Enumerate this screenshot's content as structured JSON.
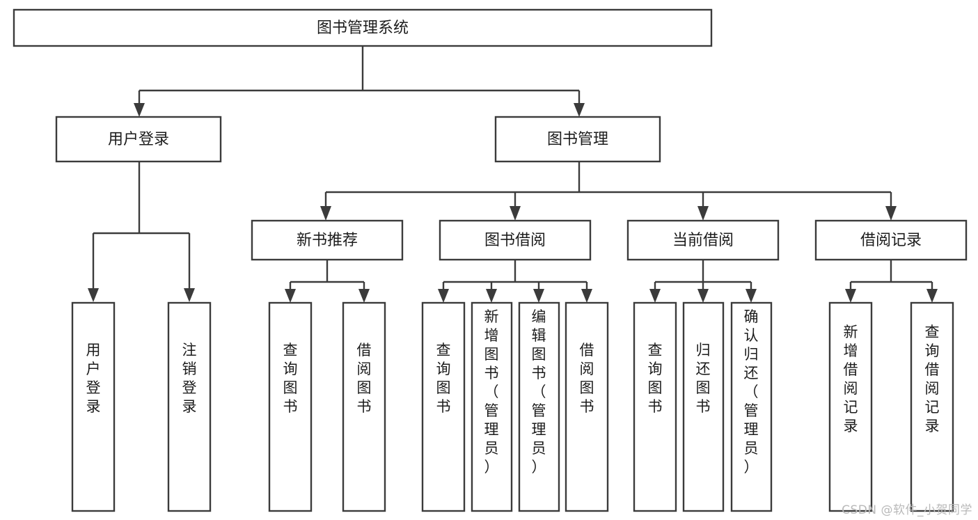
{
  "diagram": {
    "type": "tree",
    "title_node": {
      "label": "图书管理系统"
    },
    "level2": [
      {
        "label": "用户登录"
      },
      {
        "label": "图书管理"
      }
    ],
    "level3": [
      {
        "label": "新书推荐"
      },
      {
        "label": "图书借阅"
      },
      {
        "label": "当前借阅"
      },
      {
        "label": "借阅记录"
      }
    ],
    "leaves": {
      "user_login": [
        {
          "label": "用户登录"
        },
        {
          "label": "注销登录"
        }
      ],
      "new_book": [
        {
          "label": "查询图书"
        },
        {
          "label": "借阅图书"
        }
      ],
      "borrow_book": [
        {
          "label": "查询图书"
        },
        {
          "label": "新增图书（管理员）"
        },
        {
          "label": "编辑图书（管理员）"
        },
        {
          "label": "借阅图书"
        }
      ],
      "current_borrow": [
        {
          "label": "查询图书"
        },
        {
          "label": "归还图书"
        },
        {
          "label": "确认归还（管理员）"
        }
      ],
      "borrow_record": [
        {
          "label": "新增借阅记录"
        },
        {
          "label": "查询借阅记录"
        }
      ]
    }
  },
  "watermark": {
    "text": "CSDN @软件_小贺同学"
  },
  "colors": {
    "box_stroke": "#3b3b3b",
    "box_fill": "#ffffff",
    "text": "#1c1c1c",
    "watermark": "#b9b9b9",
    "background": "#ffffff"
  }
}
